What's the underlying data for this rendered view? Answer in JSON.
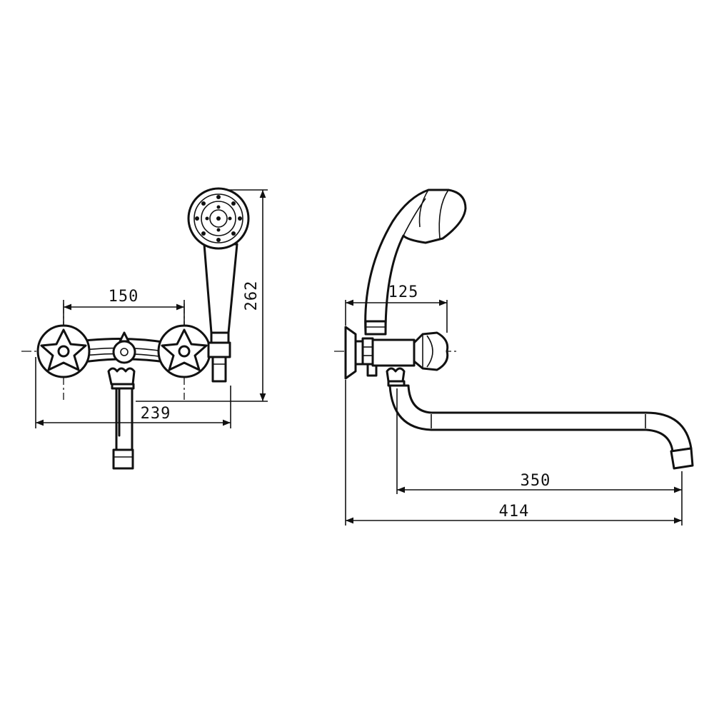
{
  "dimensions": {
    "front_handle_spacing": "150",
    "front_overall_width": "239",
    "front_overall_height": "262",
    "side_wall_to_handle": "125",
    "side_spout_reach": "350",
    "side_overall_depth": "414"
  },
  "colors": {
    "line": "#111111",
    "background": "#ffffff"
  }
}
